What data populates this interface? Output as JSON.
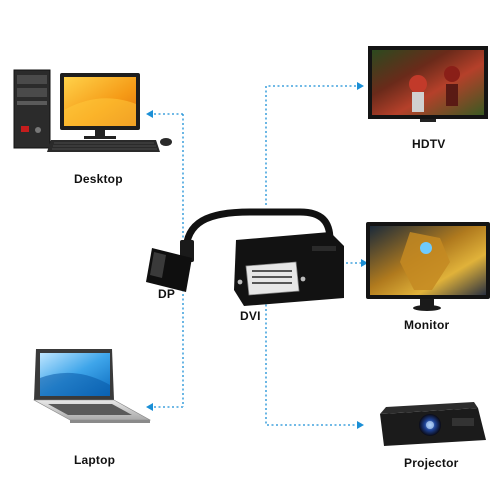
{
  "labels": {
    "desktop": "Desktop",
    "laptop": "Laptop",
    "hdtv": "HDTV",
    "monitor": "Monitor",
    "projector": "Projector",
    "dp": "DP",
    "dvi": "DVI"
  },
  "colors": {
    "connector_line": "#1a8fd6",
    "cable": "#111111",
    "text": "#111111"
  }
}
